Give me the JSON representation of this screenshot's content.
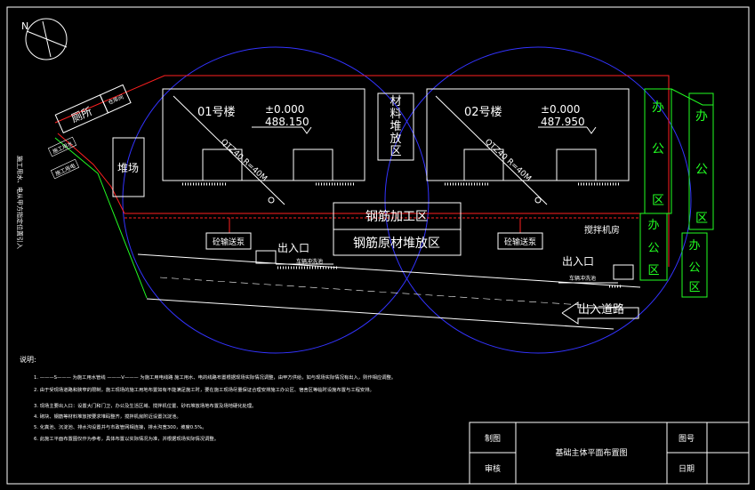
{
  "buildings": [
    {
      "name": "01号楼",
      "level": "±0.000",
      "elevation": "488.150",
      "crane": "QTZ40  R=40M"
    },
    {
      "name": "02号楼",
      "level": "±0.000",
      "elevation": "487.950",
      "crane": "QTZ40  R=40M"
    }
  ],
  "areas": {
    "material_storage": "材料堆放区",
    "stockyard": "堆场",
    "toilet": "厕所",
    "storage_room": "仓库间",
    "rebar_processing": "钢筋加工区",
    "rebar_raw_storage": "钢筋原材堆放区",
    "pump_left": "砼输送泵",
    "pump_right": "砼输送泵",
    "hoist_room": "搅拌机房",
    "office_a": [
      "办",
      "公",
      "区"
    ],
    "office_b": [
      "办",
      "公",
      "区"
    ],
    "office_c": [
      "办",
      "公",
      "区"
    ],
    "office_d": [
      "办",
      "公",
      "区"
    ]
  },
  "entrances": {
    "left": "出入口",
    "right": "出入口",
    "road": "出入道路",
    "wash_left": "车辆冲洗池",
    "wash_right": "车辆冲洗池"
  },
  "side_labels": {
    "water": "施工用水",
    "power": "施工用电",
    "vertical_note": "施工用水、电从甲方指定位置引入"
  },
  "notes": {
    "heading": "说明:",
    "items": [
      "1.  ———S———  为施工用水管线     ———V———  为施工用电线路    施工用水、电的线路布置根据现场实际情况调整，由甲方供给，如与现场实际情况有出入，则作相应调整。",
      "2.  由于受现场道路和狭窄的限制，施工现场的施工用地布置如有不能满足施工时，要在施工现场尽量保证合理安排施工办公区、宿舍区等临时设施布置与工程安排。",
      "3.  现场主要出入口：设置大门和门卫，办公及生活区域、搅拌机位置、砂石堆放场地布置及场地硬化处理。",
      "4.  砌块、钢筋等材料堆放按要求堆码整齐，搅拌机房附近设置沉淀池。",
      "5.  化粪池、沉淀池、排水沟设置并与市政管网相连接，排水沟宽300，坡度0.5%。",
      "6.  此施工平面布置图仅作为参考，具体布置以实际情况为准，并根据现场实际情况调整。"
    ]
  },
  "title_block": {
    "drawn_label": "制图",
    "checked_label": "审核",
    "title": "基础主体平面布置图",
    "drawing_no_label": "图号",
    "date_label": "日期"
  },
  "north_label": "N",
  "colors": {
    "background": "#000000",
    "building": "#ffffff",
    "crane_circle": "#3333ff",
    "site_boundary": "#ff2020",
    "office": "#22ff22",
    "text": "#ffffff"
  }
}
